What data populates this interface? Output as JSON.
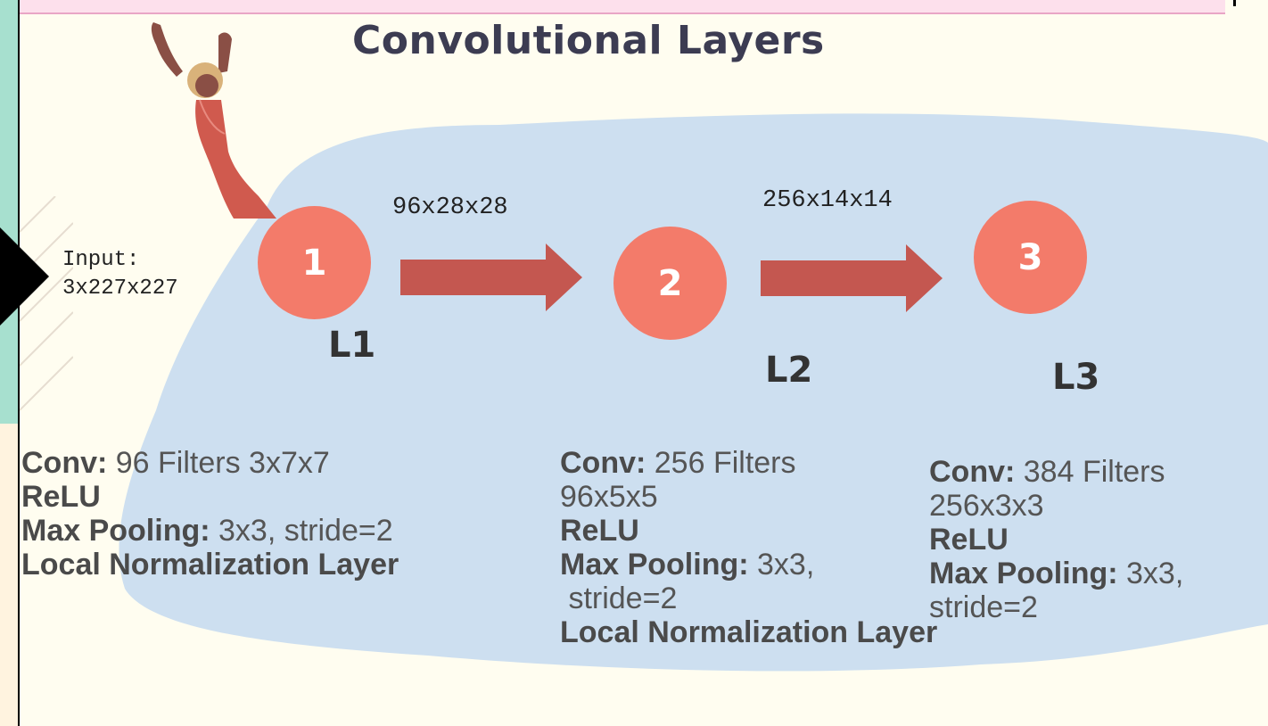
{
  "title": "Convolutional Layers",
  "input": {
    "line1": "Input:",
    "line2": "3x227x227"
  },
  "shapes": {
    "after_l1": "96x28x28",
    "after_l2": "256x14x14"
  },
  "layers": [
    {
      "number": "1",
      "label": "L1",
      "conv_key": "Conv:",
      "conv_val": " 96 Filters 3x7x7",
      "relu": "ReLU",
      "pool_key": "Max Pooling:",
      "pool_val": " 3x3, stride=2",
      "norm": "Local Normalization Layer"
    },
    {
      "number": "2",
      "label": "L2",
      "conv_key": "Conv:",
      "conv_val": " 256 Filters",
      "conv_val2": "96x5x5",
      "relu": "ReLU",
      "pool_key": "Max Pooling:",
      "pool_val": " 3x3,",
      "pool_val2": " stride=2",
      "norm": "Local Normalization Layer"
    },
    {
      "number": "3",
      "label": "L3",
      "conv_key": "Conv:",
      "conv_val": " 384 Filters",
      "conv_val2": "256x3x3",
      "relu": "ReLU",
      "pool_key": "Max Pooling:",
      "pool_val": " 3x3,",
      "pool_val2": "stride=2"
    }
  ],
  "colors": {
    "circle": "#f37b6a",
    "arrow": "#c45750",
    "blob": "#cddff0",
    "title": "#3c3c52",
    "left_panel": "#a7e0cf",
    "top_bar": "#fde0ec"
  }
}
